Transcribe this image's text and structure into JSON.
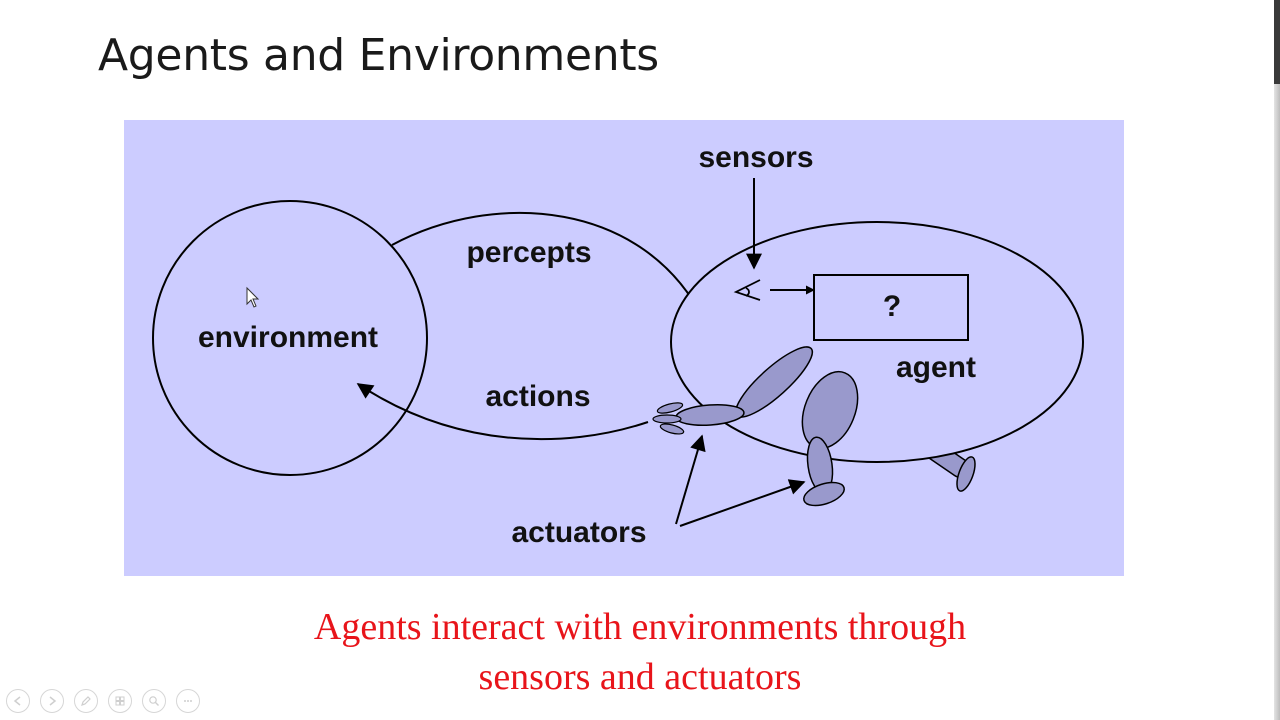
{
  "slide": {
    "title": "Agents and Environments"
  },
  "diagram": {
    "background_color": "#ccccff",
    "labels": {
      "sensors": "sensors",
      "percepts": "percepts",
      "environment": "environment",
      "agent": "agent",
      "unknown_box": "?",
      "actions": "actions",
      "actuators": "actuators"
    }
  },
  "caption": {
    "line1": "Agents interact with environments through",
    "line2": "sensors and actuators",
    "color": "#e8141a"
  },
  "toolbar": {
    "icons": [
      "previous-slide-icon",
      "next-slide-icon",
      "pen-icon",
      "slides-grid-icon",
      "zoom-icon",
      "more-options-icon"
    ]
  }
}
